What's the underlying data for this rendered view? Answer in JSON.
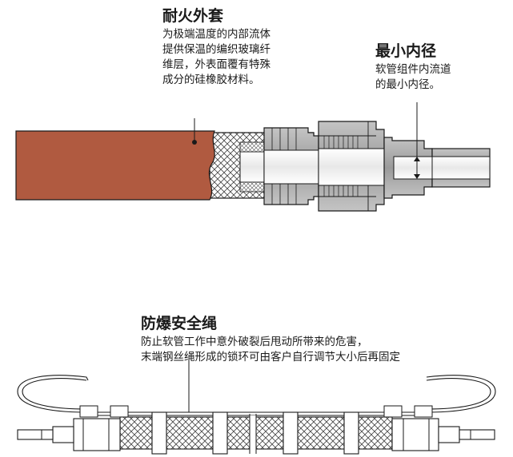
{
  "fire_sleeve": {
    "title": "耐火外套",
    "description": "为极端温度的内部流体\n提供保温的编织玻璃纤\n维层，外表面覆有特殊\n成分的硅橡胶材料。"
  },
  "min_bore": {
    "title": "最小内径",
    "description": "软管组件内流道\n的最小内径。"
  },
  "whip_rope": {
    "title": "防爆安全绳",
    "description": "防止软管工作中意外破裂后甩动所带来的危害，\n末端钢丝绳形成的锁环可由客户自行调节大小后再固定"
  },
  "colors": {
    "fire_sleeve": "#b05a40",
    "metal": "#a8a8a8",
    "metal_dark": "#7a7a7a",
    "outline": "#1a1a1a"
  }
}
